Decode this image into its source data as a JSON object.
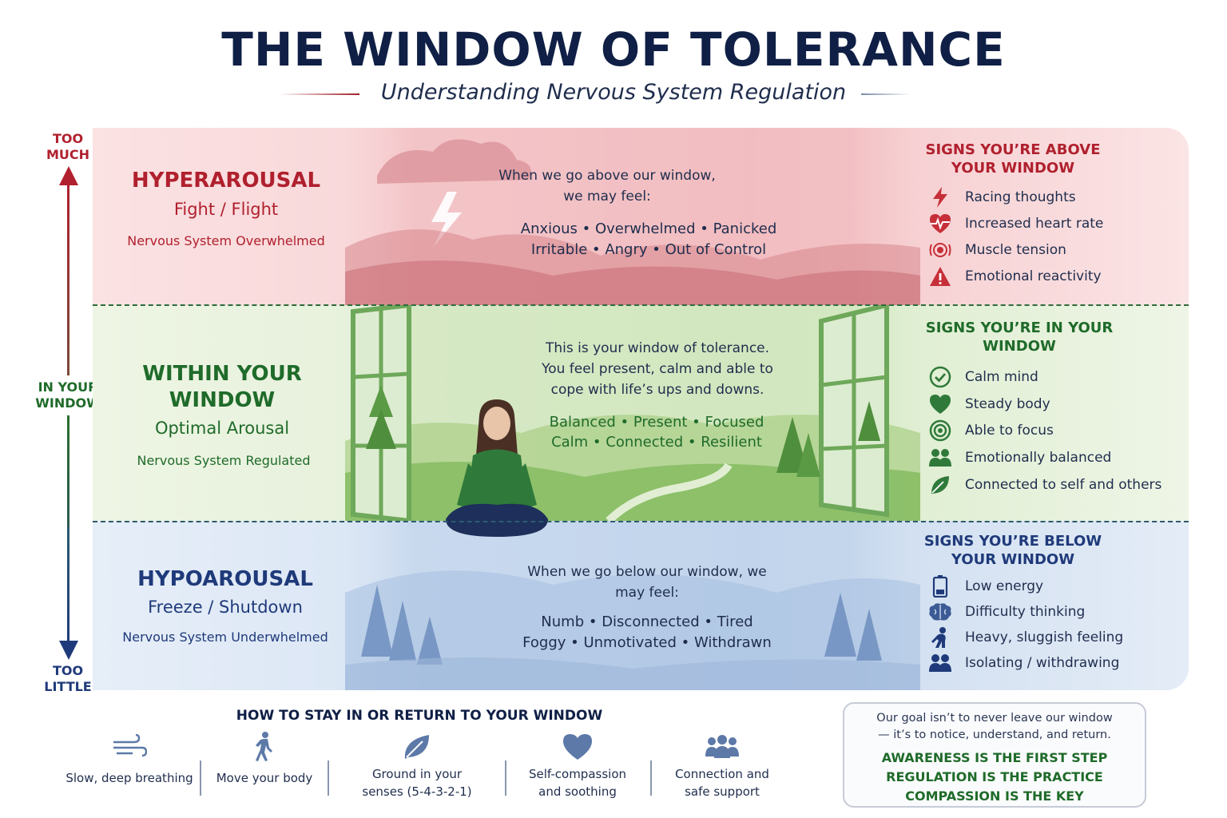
{
  "header": {
    "title": "THE WINDOW OF TOLERANCE",
    "subtitle": "Understanding Nervous System Regulation"
  },
  "axis": {
    "top": "TOO MUCH",
    "middle": "IN YOUR WINDOW",
    "bottom": "TOO LITTLE"
  },
  "colors": {
    "hyper": "#b0202e",
    "within": "#1f6b2a",
    "hypo": "#1f3a7a",
    "navy": "#0f1f45"
  },
  "hyper": {
    "title": "HYPERAROUSAL",
    "subtitle": "Fight / Flight",
    "state": "Nervous System Overwhelmed",
    "intro": "When we go above our window, we may feel:",
    "feelings_line1": "Anxious • Overwhelmed • Panicked",
    "feelings_line2": "Irritable • Angry • Out of Control",
    "signs_title": "SIGNS YOU’RE ABOVE YOUR WINDOW",
    "signs": [
      {
        "icon": "lightning-icon",
        "text": "Racing thoughts"
      },
      {
        "icon": "heartbeat-icon",
        "text": "Increased heart rate"
      },
      {
        "icon": "tension-rings-icon",
        "text": "Muscle tension"
      },
      {
        "icon": "warning-icon",
        "text": "Emotional reactivity"
      }
    ]
  },
  "within": {
    "title": "WITHIN YOUR WINDOW",
    "subtitle": "Optimal Arousal",
    "state": "Nervous System Regulated",
    "intro": "This is your window of tolerance. You feel present, calm and able to cope with life’s ups and downs.",
    "feelings_line1": "Balanced • Present • Focused",
    "feelings_line2": "Calm • Connected • Resilient",
    "signs_title": "SIGNS YOU’RE IN YOUR WINDOW",
    "signs": [
      {
        "icon": "check-circle-icon",
        "text": "Calm mind"
      },
      {
        "icon": "heart-icon",
        "text": "Steady body"
      },
      {
        "icon": "target-icon",
        "text": "Able to focus"
      },
      {
        "icon": "people-icon",
        "text": "Emotionally balanced"
      },
      {
        "icon": "leaf-icon",
        "text": "Connected to self and others"
      }
    ]
  },
  "hypo": {
    "title": "HYPOAROUSAL",
    "subtitle": "Freeze / Shutdown",
    "state": "Nervous System Underwhelmed",
    "intro": "When we go below our window, we may feel:",
    "feelings_line1": "Numb • Disconnected • Tired",
    "feelings_line2": "Foggy • Unmotivated • Withdrawn",
    "signs_title": "SIGNS YOU’RE BELOW YOUR WINDOW",
    "signs": [
      {
        "icon": "low-battery-icon",
        "text": "Low energy"
      },
      {
        "icon": "brain-icon",
        "text": "Difficulty thinking"
      },
      {
        "icon": "slumped-person-icon",
        "text": "Heavy, sluggish feeling"
      },
      {
        "icon": "people-icon",
        "text": "Isolating / withdrawing"
      }
    ]
  },
  "strategies": {
    "title": "HOW TO STAY IN OR RETURN TO YOUR WINDOW",
    "items": [
      {
        "icon": "wind-icon",
        "label": "Slow, deep breathing"
      },
      {
        "icon": "walking-icon",
        "label": "Move your body"
      },
      {
        "icon": "leaf-icon",
        "label": "Ground in your senses (5-4-3-2-1)"
      },
      {
        "icon": "heart-icon",
        "label": "Self-compassion and soothing"
      },
      {
        "icon": "group-icon",
        "label": "Connection and safe support"
      }
    ]
  },
  "goal": {
    "text": "Our goal isn’t to never leave our window— it’s to notice, understand, and return.",
    "key_line1": "AWARENESS IS THE FIRST STEP",
    "key_line2": "REGULATION IS THE PRACTICE",
    "key_line3": "COMPASSION IS THE KEY"
  }
}
